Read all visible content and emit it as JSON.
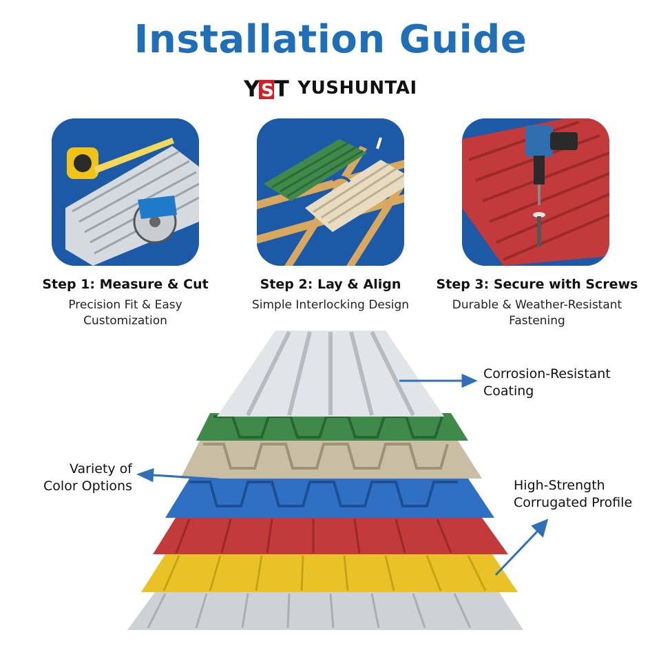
{
  "header": {
    "title": "Installation Guide",
    "brand_name": "YUSHUNTAI",
    "brand_logo_icon": "yst-logo-icon"
  },
  "colors": {
    "accent_blue": "#1f6fb8",
    "tile_blue": "#1c5aa8",
    "logo_red": "#d21f26"
  },
  "steps": [
    {
      "title": "Step 1: Measure & Cut",
      "desc_line1": "Precision Fit & Easy",
      "desc_line2": "Customization",
      "icon": "measure-cut-icon"
    },
    {
      "title": "Step 2: Lay & Align",
      "desc_line1": "Simple Interlocking Design",
      "desc_line2": "",
      "icon": "lay-align-icon"
    },
    {
      "title": "Step 3: Secure with Screws",
      "desc_line1": "Durable & Weather-Resistant",
      "desc_line2": "Fastening",
      "icon": "secure-screws-icon"
    }
  ],
  "callouts": {
    "coating_line1": "Corrosion-Resistant",
    "coating_line2": "Coating",
    "color_line1": "Variety of",
    "color_line2": "Color Options",
    "profile_line1": "High-Strength",
    "profile_line2": "Corrugated Profile"
  },
  "sheet_colors": [
    "#dadee2",
    "#3f8a4a",
    "#c9bda4",
    "#2f70c4",
    "#c23a3a",
    "#e8c227",
    "#cfd2d5"
  ]
}
